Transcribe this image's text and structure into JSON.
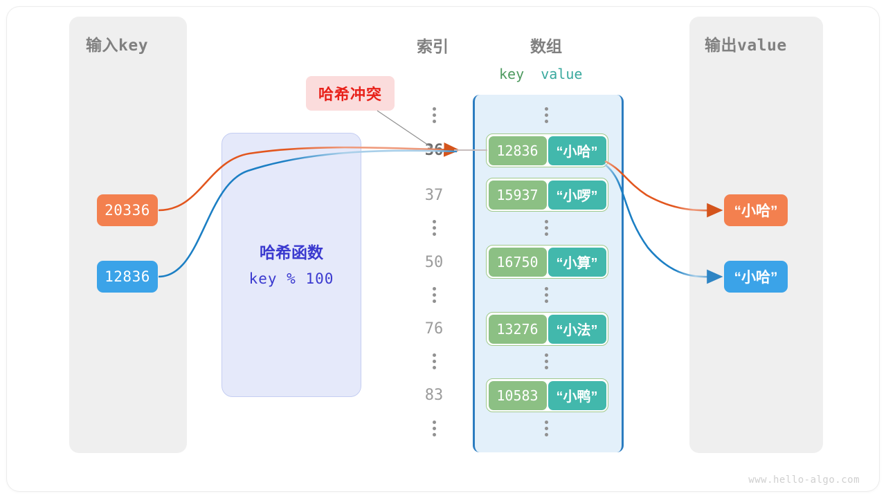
{
  "diagram": {
    "title": "hash-collision-diagram",
    "watermark": "www.hello-algo.com"
  },
  "input_panel": {
    "title_cn": "输入",
    "title_code": "key",
    "keys": [
      {
        "value": "20336",
        "color": "#f3804f"
      },
      {
        "value": "12836",
        "color": "#3ba3e8"
      }
    ]
  },
  "hash_function": {
    "title": "哈希函数",
    "expression": "key % 100"
  },
  "collision_badge": {
    "label": "哈希冲突",
    "text_color": "#e8211a",
    "bg_color": "#fbdcdc"
  },
  "array_panel": {
    "index_header": "索引",
    "array_header": "数组",
    "key_header": "key",
    "value_header": "value",
    "key_color": "#8cc084",
    "value_color": "#42b8ac",
    "container_border": "#2b7cc0",
    "container_fill": "#e3f0fa",
    "rows": [
      {
        "kind": "dots",
        "index": ""
      },
      {
        "kind": "bucket",
        "index": "36",
        "highlight": true,
        "key": "12836",
        "value": "“小哈”"
      },
      {
        "kind": "bucket",
        "index": "37",
        "highlight": false,
        "key": "15937",
        "value": "“小啰”"
      },
      {
        "kind": "dots",
        "index": ""
      },
      {
        "kind": "bucket",
        "index": "50",
        "highlight": false,
        "key": "16750",
        "value": "“小算”"
      },
      {
        "kind": "dots",
        "index": ""
      },
      {
        "kind": "bucket",
        "index": "76",
        "highlight": false,
        "key": "13276",
        "value": "“小法”"
      },
      {
        "kind": "dots",
        "index": ""
      },
      {
        "kind": "bucket",
        "index": "83",
        "highlight": false,
        "key": "10583",
        "value": "“小鸭”"
      },
      {
        "kind": "dots",
        "index": ""
      }
    ]
  },
  "output_panel": {
    "title_cn": "输出",
    "title_code": "value",
    "values": [
      {
        "value": "“小哈”",
        "color": "#f3804f"
      },
      {
        "value": "“小哈”",
        "color": "#3ba3e8"
      }
    ]
  }
}
